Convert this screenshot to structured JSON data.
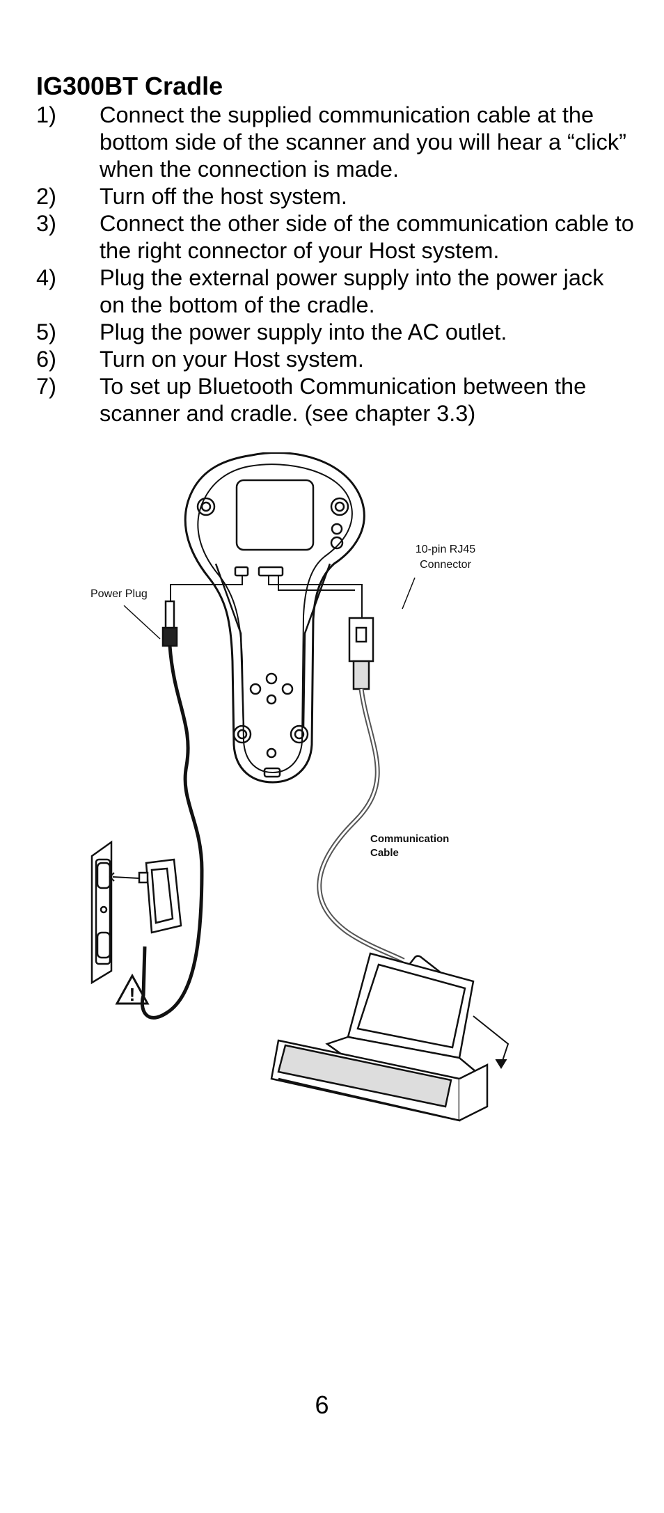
{
  "heading": "IG300BT Cradle",
  "steps": [
    {
      "num": "1)",
      "text": "Connect the supplied communication cable at the bottom side of the scanner and you will hear a “click” when the connection is made."
    },
    {
      "num": "2)",
      "text": "Turn off the host system."
    },
    {
      "num": "3)",
      "text": "Connect the other side of the communication cable to the right connector of your Host system."
    },
    {
      "num": "4)",
      "text": "Plug the external power supply into the power jack on the bottom of the cradle."
    },
    {
      "num": "5)",
      "text": "Plug the power supply into the AC outlet."
    },
    {
      "num": "6)",
      "text": "Turn on your Host system."
    },
    {
      "num": "7)",
      "text": "To set up Bluetooth Communication between the scanner and cradle. (see chapter 3.3)"
    }
  ],
  "figure": {
    "labels": {
      "rj45_line1": "10-pin RJ45",
      "rj45_line2": "Connector",
      "power_plug": "Power Plug",
      "comm_line1": "Communication",
      "comm_line2": "Cable"
    },
    "icons": [
      "cradle-icon",
      "power-plug-icon",
      "rj45-connector-icon",
      "wall-outlet-icon",
      "power-adapter-icon",
      "warning-icon",
      "usb-connector-icon",
      "laptop-icon"
    ]
  },
  "page_number": "6"
}
